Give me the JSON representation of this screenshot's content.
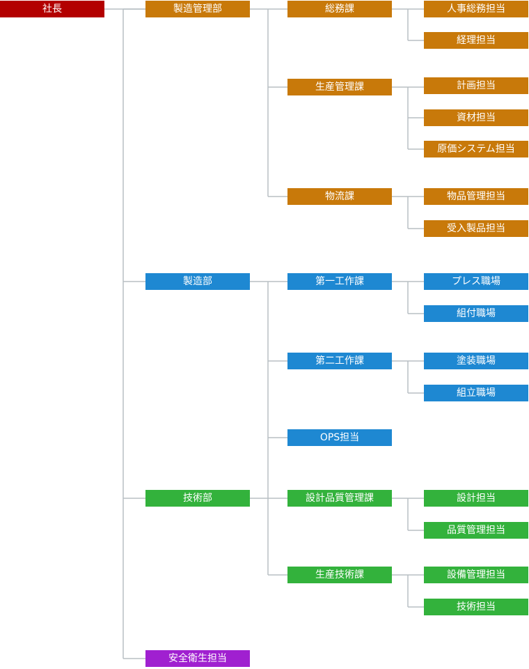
{
  "colors": {
    "president": "#b30000",
    "management": "#c8790a",
    "manufacturing": "#1e88d2",
    "technology": "#33b23c",
    "safety": "#a020d0",
    "connector": "#b8bfc4"
  },
  "org": {
    "root": {
      "label": "社長",
      "color": "president"
    },
    "divisions": [
      {
        "label": "製造管理部",
        "color": "management",
        "sections": [
          {
            "label": "総務課",
            "teams": [
              "人事総務担当",
              "経理担当"
            ]
          },
          {
            "label": "生産管理課",
            "teams": [
              "計画担当",
              "資材担当",
              "原価システム担当"
            ]
          },
          {
            "label": "物流課",
            "teams": [
              "物品管理担当",
              "受入製品担当"
            ]
          }
        ]
      },
      {
        "label": "製造部",
        "color": "manufacturing",
        "sections": [
          {
            "label": "第一工作課",
            "teams": [
              "プレス職場",
              "組付職場"
            ]
          },
          {
            "label": "第二工作課",
            "teams": [
              "塗装職場",
              "組立職場"
            ]
          },
          {
            "label": "OPS担当",
            "teams": []
          }
        ]
      },
      {
        "label": "技術部",
        "color": "technology",
        "sections": [
          {
            "label": "設計品質管理課",
            "teams": [
              "設計担当",
              "品質管理担当"
            ]
          },
          {
            "label": "生産技術課",
            "teams": [
              "設備管理担当",
              "技術担当"
            ]
          }
        ]
      },
      {
        "label": "安全衛生担当",
        "color": "safety",
        "sections": []
      }
    ]
  }
}
